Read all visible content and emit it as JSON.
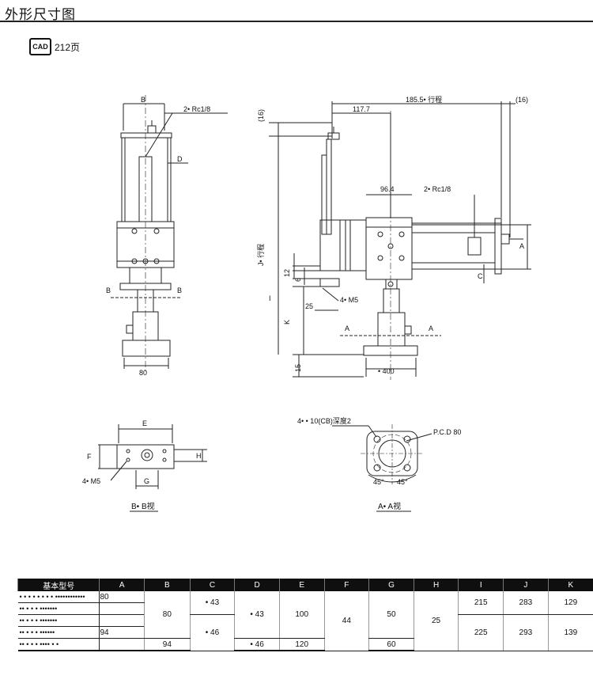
{
  "header": {
    "title": "外形尺寸图"
  },
  "cad": {
    "badge": "CAD",
    "page": "212页"
  },
  "drawing": {
    "front": {
      "B": "B",
      "port": "2• Rc1/8",
      "D": "D",
      "section": "B",
      "w80": "80"
    },
    "side": {
      "p16a": "(16)",
      "stroke": "185.5• 行程",
      "p16b": "(16)",
      "v1177": "117.7",
      "v964": "96.4",
      "port": "2• Rc1/8",
      "Jstroke": "J• 行程",
      "A": "A",
      "v12": "12",
      "v6": "6",
      "C": "C",
      "I": "I",
      "v25": "25",
      "m5": "4• M5",
      "K": "K",
      "secA": "A",
      "v15": "15",
      "phi400": "• 400"
    },
    "bb": {
      "E": "E",
      "F": "F",
      "H": "H",
      "G": "G",
      "m5": "4• M5",
      "caption": "B• B视"
    },
    "aa": {
      "cb": "4• • 10(CB)深度2",
      "pcd": "P.C.D 80",
      "a45a": "45°",
      "a45b": "45°",
      "caption": "A• A视"
    }
  },
  "table": {
    "headers": [
      "基本型号",
      "A",
      "B",
      "C",
      "D",
      "E",
      "F",
      "G",
      "H",
      "I",
      "J",
      "K"
    ],
    "models": [
      "• • • • • • • • ••••••••••••",
      "•• • • • •••••••",
      "•• • • • •••••••",
      "•• • • • ••••••",
      "•• • • • •••• • •"
    ],
    "A": {
      "r1": "80",
      "r3": "94"
    },
    "B": {
      "top": "80",
      "bottom": "94"
    },
    "C": {
      "top": "• 43",
      "mid": "• 46"
    },
    "D": {
      "top": "• 43",
      "bottom": "• 46"
    },
    "E": {
      "top": "100",
      "bottom": "120"
    },
    "F": "44",
    "G": {
      "top": "50",
      "bottom": "60"
    },
    "H": "25",
    "I": {
      "top": "215",
      "bottom": "225"
    },
    "J": {
      "top": "283",
      "bottom": "293"
    },
    "K": {
      "top": "129",
      "bottom": "139"
    }
  }
}
